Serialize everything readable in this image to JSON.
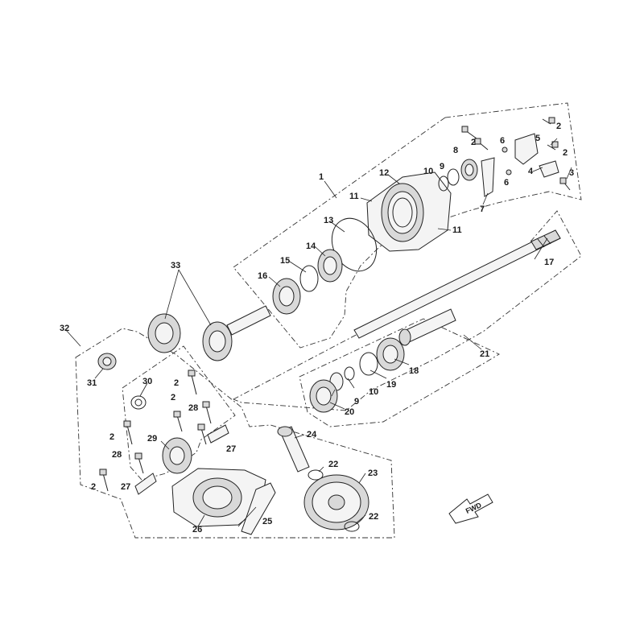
{
  "callouts": {
    "c1": "1",
    "c2a": "2",
    "c2b": "2",
    "c2c": "2",
    "c3": "3",
    "c4": "4",
    "c5": "5",
    "c6a": "6",
    "c6b": "6",
    "c7": "7",
    "c8": "8",
    "c9a": "9",
    "c10a": "10",
    "c11a": "11",
    "c11b": "11",
    "c12": "12",
    "c13": "13",
    "c14": "14",
    "c15": "15",
    "c16": "16",
    "c17": "17",
    "c18": "18",
    "c19": "19",
    "c9b": "9",
    "c10b": "10",
    "c20": "20",
    "c21": "21",
    "c32": "32",
    "c33": "33",
    "c31": "31",
    "c30": "30",
    "c2d": "2",
    "c28a": "28",
    "c2e": "2",
    "c29": "29",
    "c27a": "27",
    "c28b": "28",
    "c2f": "2",
    "c27b": "27",
    "c24": "24",
    "c22a": "22",
    "c23": "23",
    "c22b": "22",
    "c26": "26",
    "c25": "25"
  },
  "fwd_label": "FWD",
  "colors": {
    "line": "#222222",
    "part_fill": "#f4f4f4",
    "part_shade": "#d9d9d9",
    "background": "#ffffff"
  }
}
